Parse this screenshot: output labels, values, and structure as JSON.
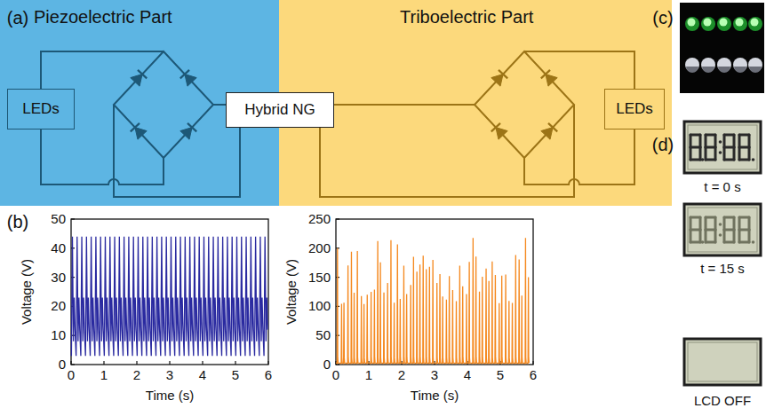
{
  "diagram": {
    "nodes": [
      {
        "text": [
          "Piezoelectric Part"
        ]
      },
      {
        "text": [
          "LEDs"
        ],
        "in": 0
      },
      {
        "text": [
          "Hybrid NG"
        ]
      },
      {
        "text": [
          "Triboelectric Part"
        ]
      },
      {
        "text": [
          "LEDs"
        ],
        "in": 3
      }
    ],
    "labels": [
      "(a)",
      "(b)",
      "(c)",
      "(d)",
      "0",
      "10",
      "20",
      "30",
      "40",
      "50",
      "Voltage (V)",
      "0",
      "1",
      "2",
      "3",
      "4",
      "5",
      "6",
      "Time (s)",
      "0",
      "50",
      "100",
      "150",
      "200",
      "250",
      "Voltage (V)",
      "0",
      "1",
      "2",
      "3",
      "4",
      "5",
      "6",
      "Time (s)",
      "t = 0 s",
      "t = 15 s",
      "LCD OFF"
    ]
  }
}
